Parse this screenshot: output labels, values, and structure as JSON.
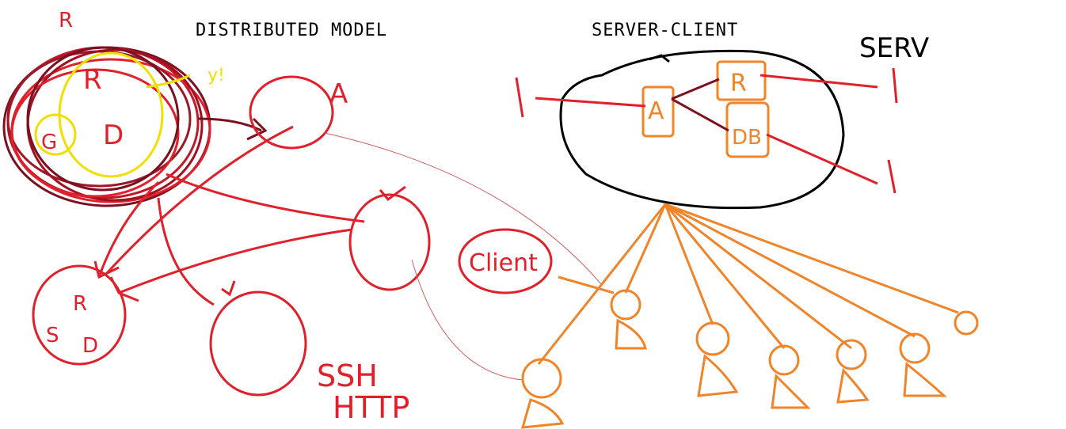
{
  "titles": {
    "left": "DISTRIBUTED MODEL",
    "right": "SERVER-CLIENT"
  },
  "labels": {
    "serv": "SERV",
    "r_top": "R",
    "r_inner": "R",
    "d_inner": "D",
    "g_inner": "G",
    "yellow_note": "y!",
    "node_a": "A",
    "node_r": "R",
    "node_r_sub_s": "S",
    "node_r_sub_d": "D",
    "client": "Client",
    "ssh": "SSH",
    "http": "HTTP",
    "server_a": "A",
    "server_r": "R",
    "server_db": "DB"
  },
  "colors": {
    "red": "#e0202a",
    "darkred": "#7a1020",
    "orange": "#f08428",
    "yellow": "#f0e000",
    "black": "#000000"
  }
}
